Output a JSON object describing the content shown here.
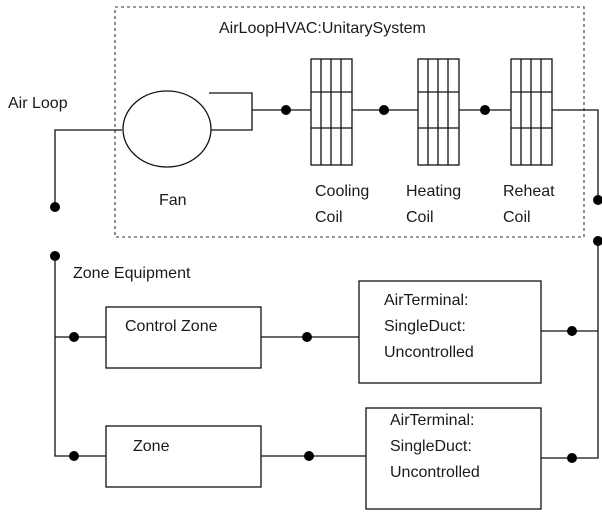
{
  "system_label": "AirLoopHVAC:UnitarySystem",
  "air_loop_label": "Air Loop",
  "zone_equipment_label": "Zone Equipment",
  "components": {
    "fan": {
      "label": "Fan"
    },
    "cooling_coil": {
      "line1": "Cooling",
      "line2": "Coil"
    },
    "heating_coil": {
      "line1": "Heating",
      "line2": "Coil"
    },
    "reheat_coil": {
      "line1": "Reheat",
      "line2": "Coil"
    }
  },
  "zones": [
    {
      "label": "Control Zone"
    },
    {
      "label": "Zone"
    }
  ],
  "terminals": [
    {
      "line1": "AirTerminal:",
      "line2": "SingleDuct:",
      "line3": "Uncontrolled"
    },
    {
      "line1": "AirTerminal:",
      "line2": "SingleDuct:",
      "line3": "Uncontrolled"
    }
  ]
}
